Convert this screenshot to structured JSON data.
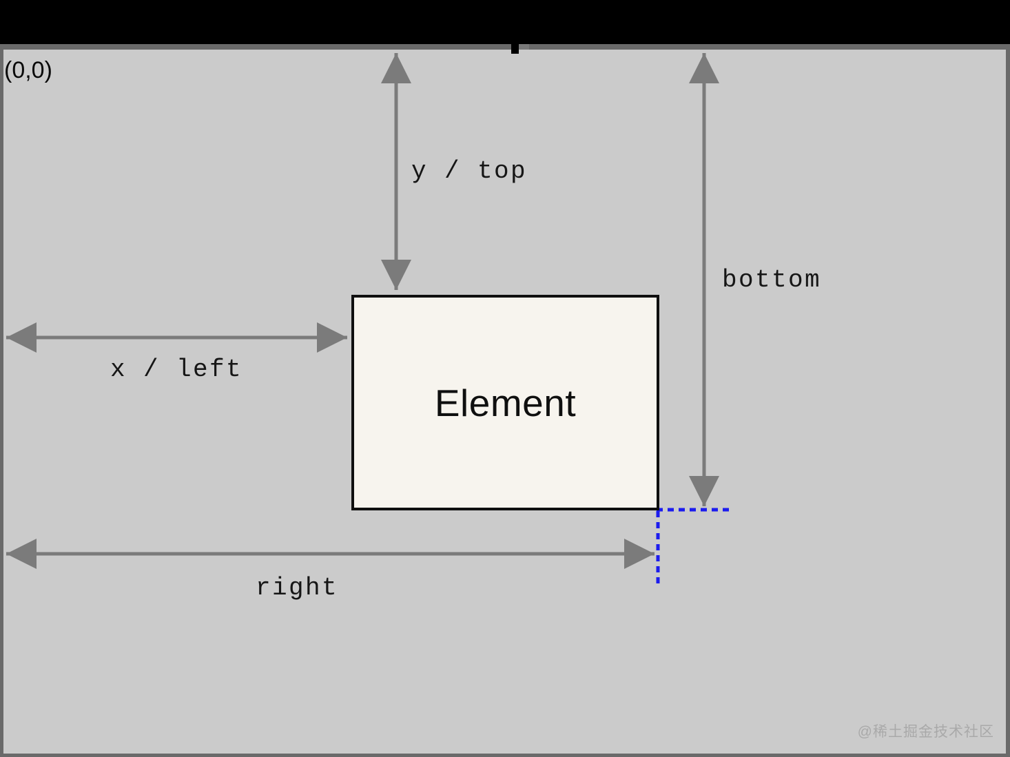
{
  "diagram": {
    "origin_label": "(0,0)",
    "element": {
      "label": "Element"
    },
    "measurements": {
      "y_top": "y / top",
      "x_left": "x / left",
      "bottom": "bottom",
      "right": "right"
    },
    "watermark": "@稀土掘金技术社区",
    "colors": {
      "letterbox": "#000000",
      "viewport_background": "#cbcbcb",
      "viewport_frame": "#6a6a6a",
      "arrow_gray": "#7b7b7b",
      "element_fill": "#f7f4ee",
      "element_border": "#0f0f0f",
      "guide_blue": "#1c1cee",
      "text_black": "#161616",
      "watermark_gray": "#a9a9a9"
    }
  }
}
